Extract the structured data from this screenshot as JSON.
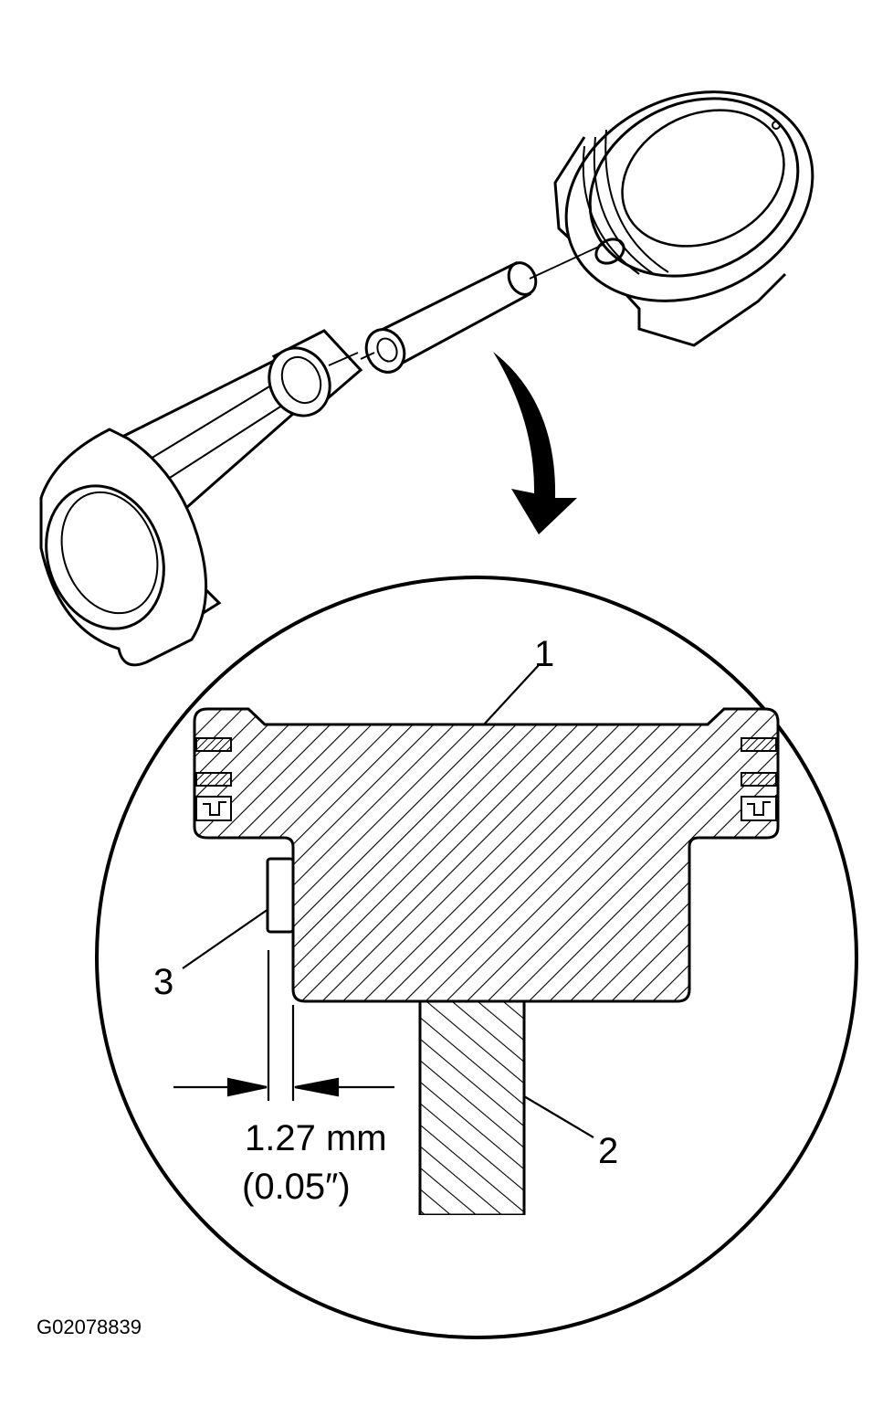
{
  "callouts": {
    "piston": "1",
    "rod": "2",
    "bushing": "3"
  },
  "dimension": {
    "metric": "1.27 mm",
    "imperial": "(0.05″)"
  },
  "figure_id": "G02078839",
  "colors": {
    "ink": "#000000",
    "paper": "#ffffff"
  }
}
